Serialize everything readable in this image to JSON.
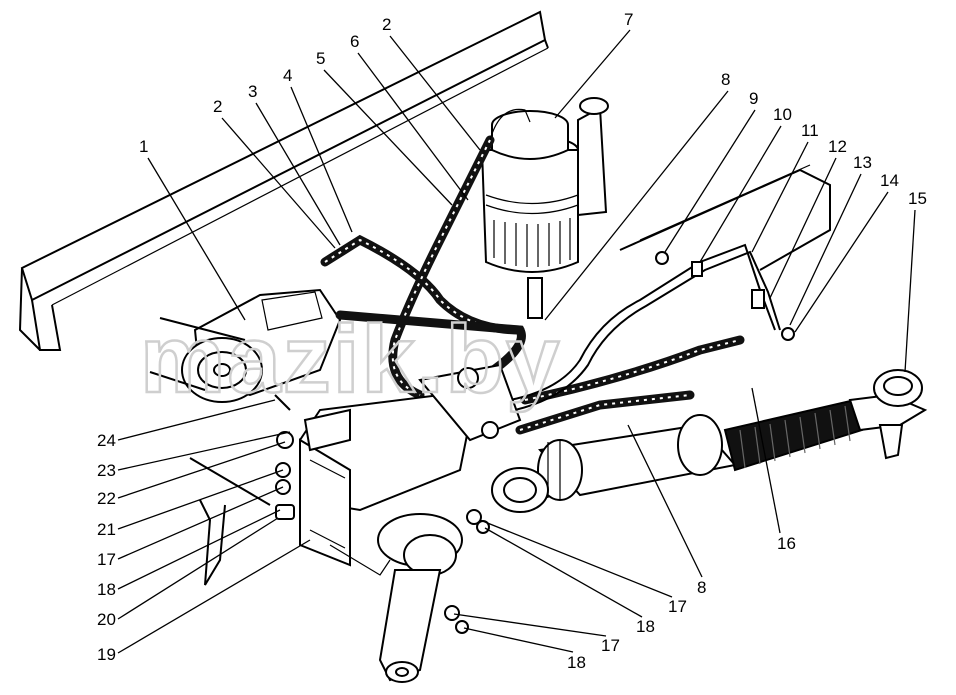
{
  "callouts": [
    "1",
    "2",
    "2",
    "3",
    "4",
    "5",
    "6",
    "7",
    "8",
    "9",
    "10",
    "11",
    "12",
    "13",
    "14",
    "15",
    "16",
    "8",
    "17",
    "18",
    "17",
    "18",
    "24",
    "23",
    "22",
    "21",
    "17",
    "18",
    "20",
    "19"
  ],
  "watermark": {
    "text": "mazik.by"
  },
  "colors": {
    "ink": "#000000",
    "watermark": "#cfcfcf",
    "background": "#ffffff"
  }
}
